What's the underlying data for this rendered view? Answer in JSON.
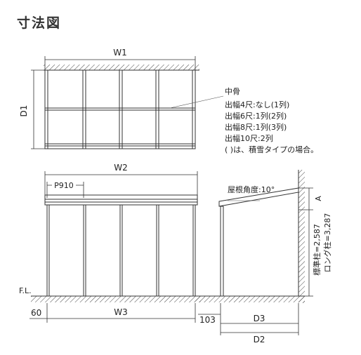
{
  "title": "寸法図",
  "labels": {
    "w1": "W1",
    "d1": "D1",
    "w2": "W2",
    "w3": "W3",
    "p910": "P910",
    "fl": "F.L.",
    "d2": "D2",
    "d3": "D3",
    "a": "A",
    "left_offset": "60",
    "front_offset": "103",
    "roof_angle": "屋根角度:10°",
    "post_height_standard": "標準柱=2,587",
    "post_height_long": "ロング柱=3,287"
  },
  "notes": {
    "heading": "中骨",
    "lines": [
      "出幅4尺:なし(1列)",
      "出幅6尺:1列(2列)",
      "出幅8尺:1列(3列)",
      "出幅10尺:2列",
      "( )は、積雪タイプの場合。"
    ]
  }
}
